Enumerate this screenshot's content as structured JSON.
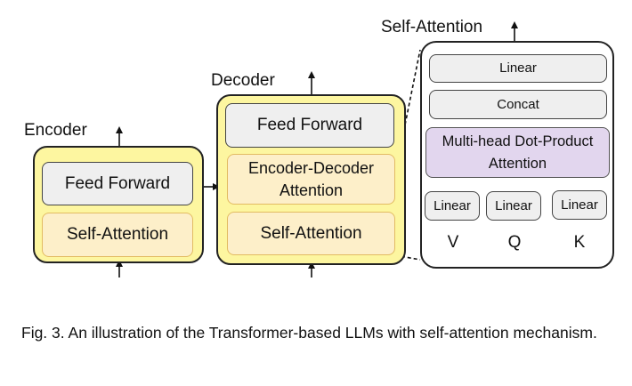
{
  "encoder": {
    "title": "Encoder",
    "feed_forward": "Feed Forward",
    "self_attention": "Self-Attention"
  },
  "decoder": {
    "title": "Decoder",
    "feed_forward": "Feed Forward",
    "enc_dec_attention_line1": "Encoder-Decoder",
    "enc_dec_attention_line2": "Attention",
    "self_attention": "Self-Attention"
  },
  "self_attention_detail": {
    "title": "Self-Attention",
    "linear_top": "Linear",
    "concat": "Concat",
    "multihead_line1": "Multi-head Dot-Product",
    "multihead_line2": "Attention",
    "linear_v": "Linear",
    "linear_q": "Linear",
    "linear_k": "Linear",
    "input_v": "V",
    "input_q": "Q",
    "input_k": "K"
  },
  "caption": "Fig. 3. An illustration of the Transformer-based LLMs with self-attention mechanism."
}
